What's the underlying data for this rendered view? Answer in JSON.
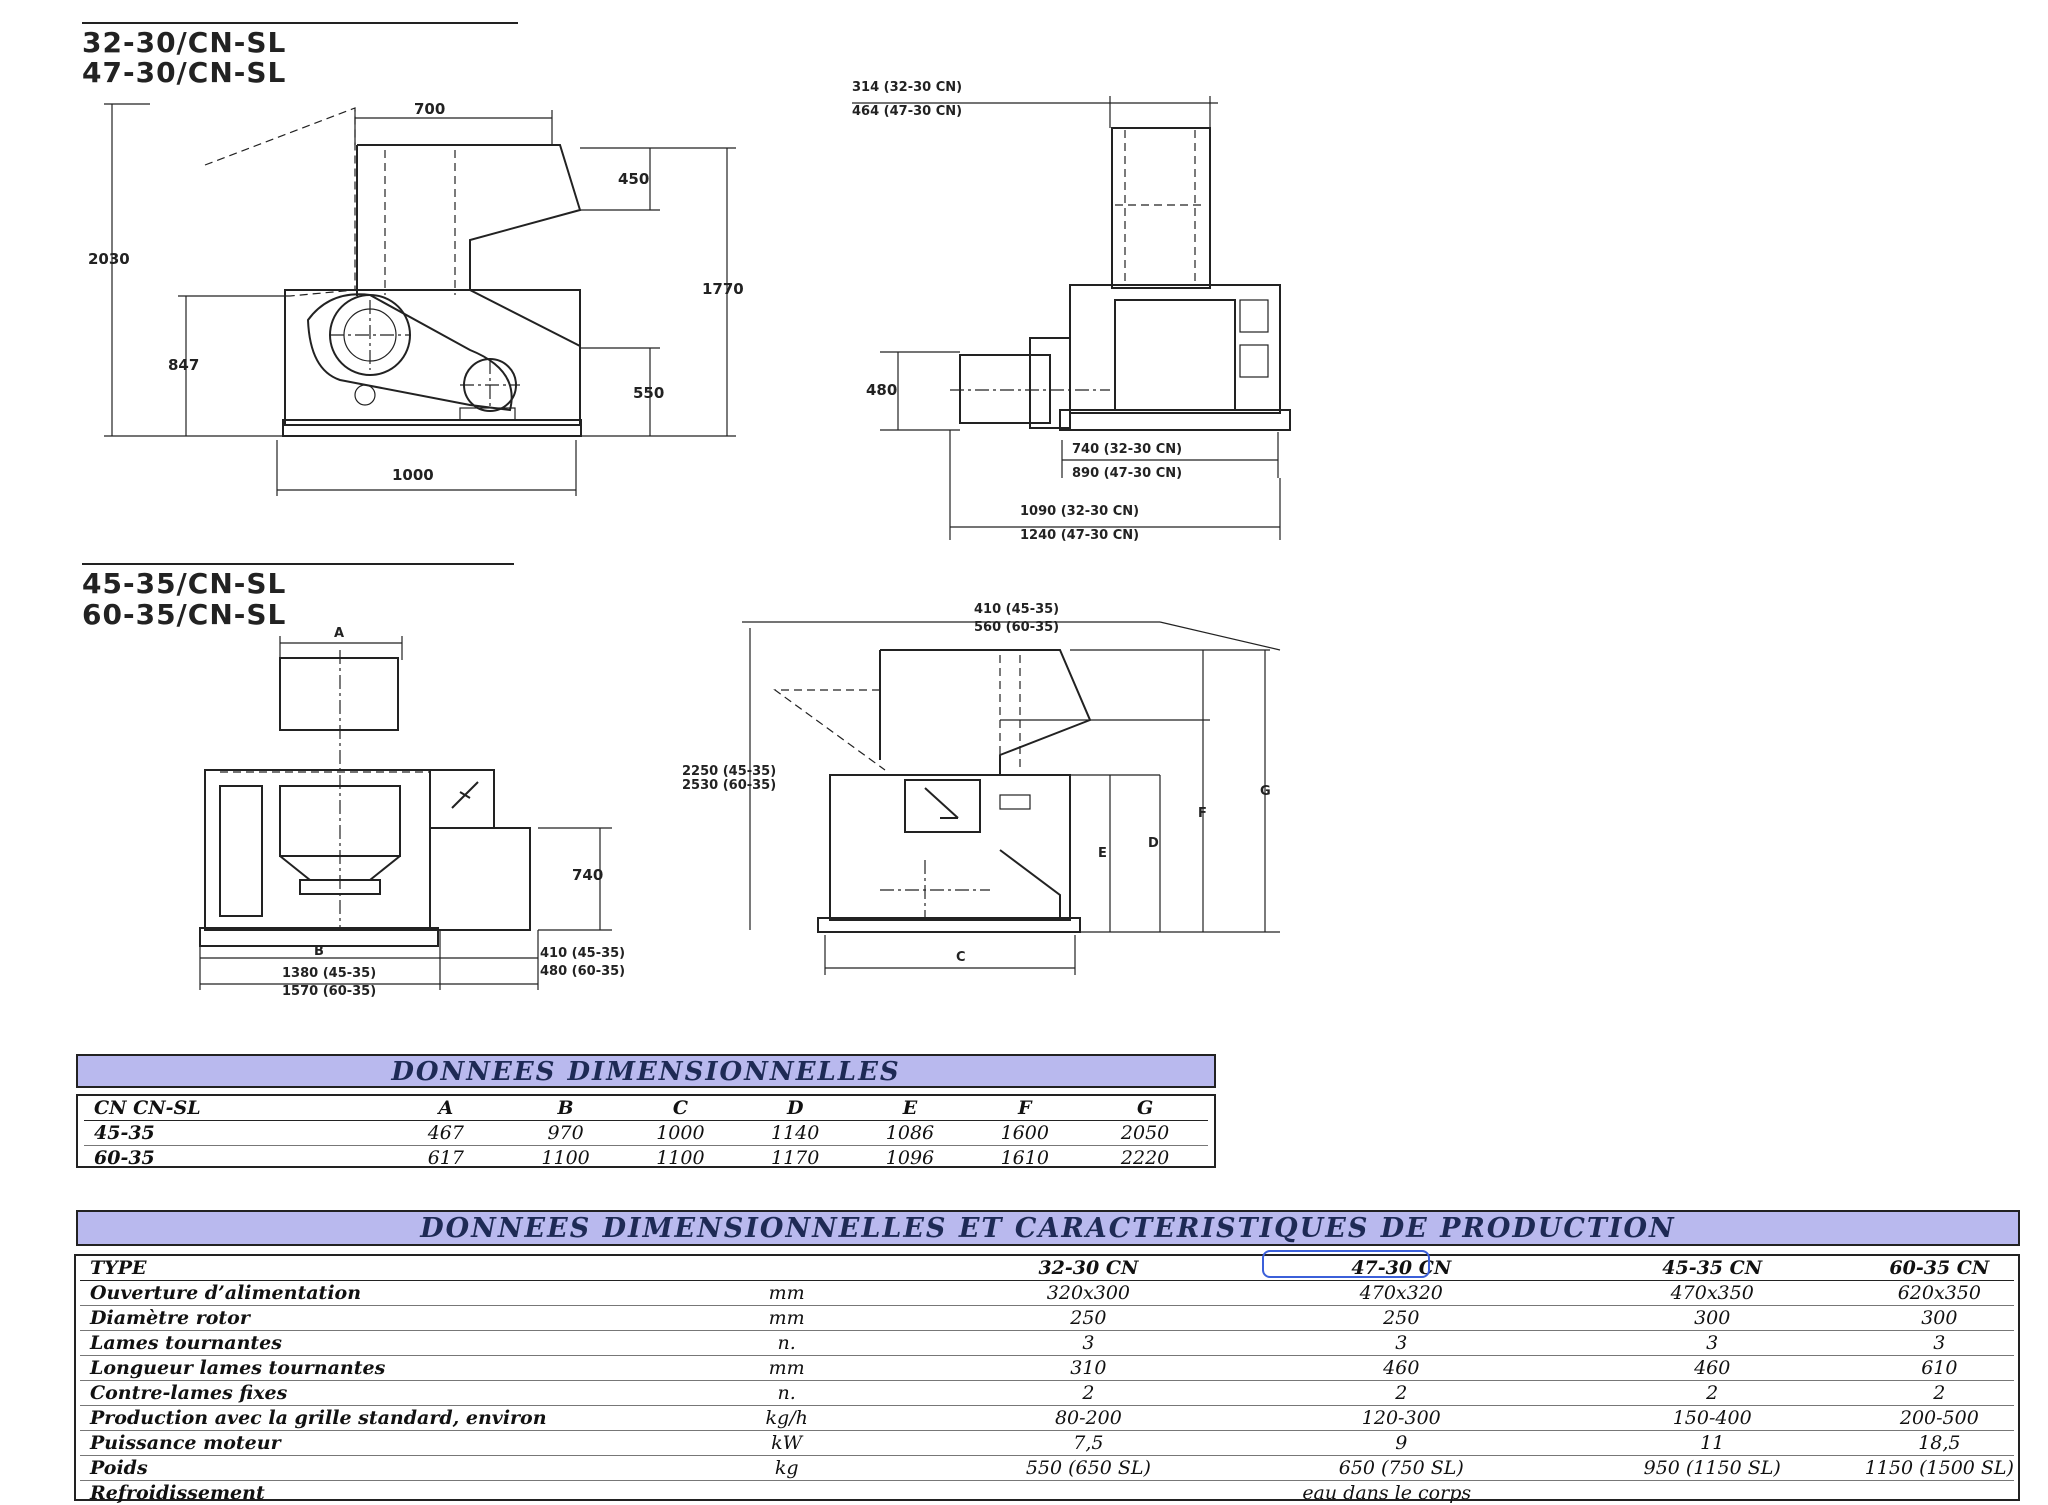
{
  "sections": [
    {
      "line1": "32-30/CN-SL",
      "line2": "47-30/CN-SL"
    },
    {
      "line1": "45-35/CN-SL",
      "line2": "60-35/CN-SL"
    }
  ],
  "drawing1": {
    "width_top": "700",
    "height_hopper": "450",
    "height_total": "2030",
    "height_1770": "1770",
    "height_847": "847",
    "height_550": "550",
    "width_base": "1000"
  },
  "drawing2": {
    "top_a": "314 (32-30 CN)",
    "top_b": "464 (47-30 CN)",
    "height_480": "480",
    "base_a": "740 (32-30 CN)",
    "base_b": "890 (47-30 CN)",
    "overall_a": "1090 (32-30 CN)",
    "overall_b": "1240 (47-30 CN)"
  },
  "drawing3": {
    "label_a": "A",
    "label_b": "B",
    "height_740": "740",
    "right_a": "410 (45-35)",
    "right_b": "480 (60-35)",
    "overall_a": "1380 (45-35)",
    "overall_b": "1570 (60-35)"
  },
  "drawing4": {
    "top_a": "410 (45-35)",
    "top_b": "560 (60-35)",
    "height_a": "2250 (45-35)",
    "height_b": "2530 (60-35)",
    "label_c": "C",
    "label_d": "D",
    "label_e": "E",
    "label_f": "F",
    "label_g": "G"
  },
  "table1": {
    "title": "DONNEES DIMENSIONNELLES",
    "headers": [
      "CN  CN-SL",
      "A",
      "B",
      "C",
      "D",
      "E",
      "F",
      "G"
    ],
    "rows": [
      [
        "45-35",
        "467",
        "970",
        "1000",
        "1140",
        "1086",
        "1600",
        "2050"
      ],
      [
        "60-35",
        "617",
        "1100",
        "1100",
        "1170",
        "1096",
        "1610",
        "2220"
      ]
    ]
  },
  "table2": {
    "title": "DONNEES DIMENSIONNELLES ET CARACTERISTIQUES DE PRODUCTION",
    "header": {
      "label": "TYPE",
      "unit": "",
      "cols": [
        "32-30 CN",
        "47-30 CN",
        "45-35 CN",
        "60-35 CN"
      ]
    },
    "rows": [
      {
        "label": "Ouverture d’alimentation",
        "unit": "mm",
        "vals": [
          "320x300",
          "470x320",
          "470x350",
          "620x350"
        ]
      },
      {
        "label": "Diamètre rotor",
        "unit": "mm",
        "vals": [
          "250",
          "250",
          "300",
          "300"
        ]
      },
      {
        "label": "Lames tournantes",
        "unit": "n.",
        "vals": [
          "3",
          "3",
          "3",
          "3"
        ]
      },
      {
        "label": "Longueur lames tournantes",
        "unit": "mm",
        "vals": [
          "310",
          "460",
          "460",
          "610"
        ]
      },
      {
        "label": "Contre-lames fixes",
        "unit": "n.",
        "vals": [
          "2",
          "2",
          "2",
          "2"
        ]
      },
      {
        "label": "Production avec la grille standard, environ",
        "unit": "kg/h",
        "vals": [
          "80-200",
          "120-300",
          "150-400",
          "200-500"
        ]
      },
      {
        "label": "Puissance moteur",
        "unit": "kW",
        "vals": [
          "7,5",
          "9",
          "11",
          "18,5"
        ]
      },
      {
        "label": "Poids",
        "unit": "kg",
        "vals": [
          "550 (650 SL)",
          "650 (750 SL)",
          "950 (1150 SL)",
          "1150 (1500 SL)"
        ]
      }
    ],
    "last_row": {
      "label": "Refroidissement",
      "value": "eau dans le corps"
    }
  },
  "colors": {
    "band": "#b9b9ee",
    "band_text": "#1e2a55",
    "hand_mark": "#3b5fd9"
  }
}
